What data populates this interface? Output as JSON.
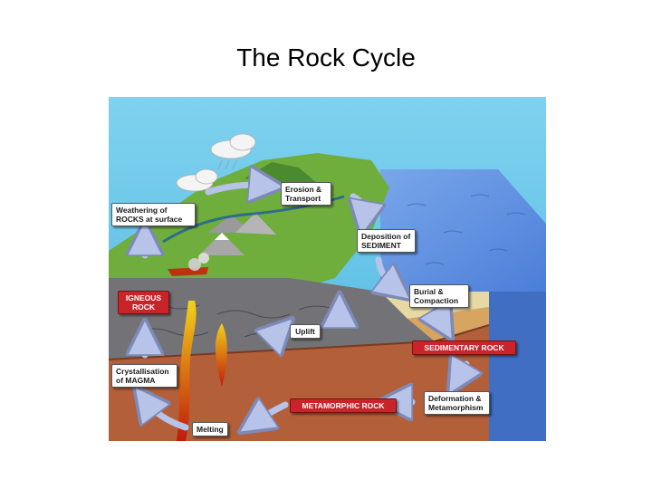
{
  "slide": {
    "title": "The Rock Cycle"
  },
  "diagram": {
    "labels": {
      "weathering": {
        "line1": "Weathering of",
        "line2": "ROCKS at surface"
      },
      "erosion": {
        "line1": "Erosion &",
        "line2": "Transport"
      },
      "deposition": {
        "line1": "Deposition of",
        "line2": "SEDIMENT"
      },
      "burial": {
        "line1": "Burial &",
        "line2": "Compaction"
      },
      "igneous": {
        "line1": "IGNEOUS",
        "line2": "ROCK"
      },
      "uplift": {
        "line1": "Uplift"
      },
      "sedimentary": {
        "line1": "SEDIMENTARY ROCK"
      },
      "crystallisation": {
        "line1": "Crystallisation",
        "line2": "of MAGMA"
      },
      "deformation": {
        "line1": "Deformation &",
        "line2": "Metamorphism"
      },
      "metamorphic": {
        "line1": "METAMORPHIC ROCK"
      },
      "melting": {
        "line1": "Melting"
      }
    },
    "colors": {
      "sky": "#62c3e5",
      "sea": "#5b8fe0",
      "sea_side": "#4f7fd2",
      "land": "#6fae3d",
      "land_dark": "#3f7a2a",
      "igneous_rock": "#6f6f73",
      "sand_layer": "#e7d9a3",
      "metamorphic_rock": "#b35f3a",
      "magma": "#c7200f",
      "label_red": "#c8252a",
      "arrow": "#b7c3e8"
    }
  }
}
